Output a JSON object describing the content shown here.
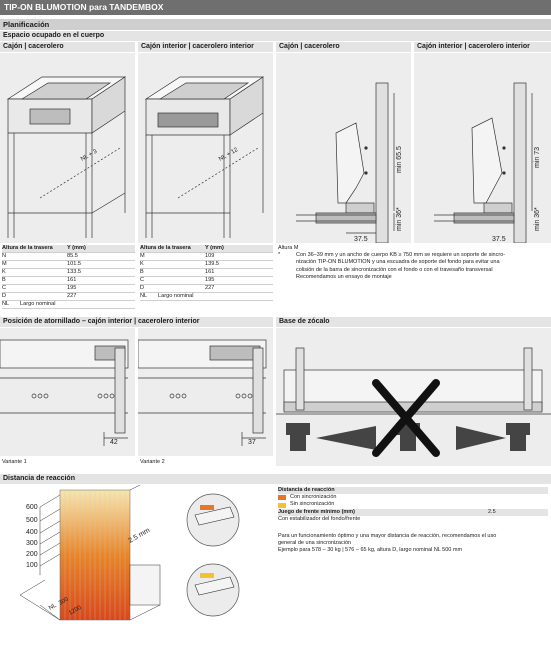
{
  "title": "TIP-ON BLUMOTION para TANDEMBOX",
  "planificacion": "Planificación",
  "espacio": "Espacio ocupado en el cuerpo",
  "cols": [
    "Cajón | cacerolero",
    "Cajón interior | cacerolero interior",
    "Cajón | cacerolero",
    "Cajón interior | cacerolero interior"
  ],
  "diag_labels": {
    "nl3": "NL + 3",
    "nl12": "NL + 12",
    "min655": "min 65.5",
    "min36a": "min 36*",
    "min73": "min 73",
    "min36b": "min 36*",
    "dim375a": "37.5",
    "dim375b": "37.5"
  },
  "table1": {
    "headers": [
      "Altura de la trasera",
      "Y (mm)"
    ],
    "rows": [
      [
        "N",
        "85.5"
      ],
      [
        "M",
        "101.5"
      ],
      [
        "K",
        "133.5"
      ],
      [
        "B",
        "161"
      ],
      [
        "C",
        "195"
      ],
      [
        "D",
        "227"
      ]
    ],
    "nl_key": "NL",
    "nl_text": "Largo nominal"
  },
  "table2": {
    "headers": [
      "Altura de la trasera",
      "Y (mm)"
    ],
    "rows": [
      [
        "M",
        "109"
      ],
      [
        "K",
        "139.5"
      ],
      [
        "B",
        "161"
      ],
      [
        "C",
        "195"
      ],
      [
        "D",
        "227"
      ]
    ],
    "nl_key": "NL",
    "nl_text": "Largo nominal"
  },
  "altura_m": "Altura M",
  "note_star": "*",
  "note_lines": [
    "Con 36–39 mm y un ancho de cuerpo KB ≥ 750 mm se requiere un soporte de sincro-",
    "nización TIP-ON BLUMOTION y una escuadra de soporte del fondo para evitar una",
    "colisión de la barra de sincronización con el fondo o con el travesaño transversal",
    "Recomendamos un ensayo de montaje"
  ],
  "posicion": "Posición de atornillado – cajón interior | cacerolero interior",
  "base": "Base de zócalo",
  "dim42": "42",
  "dim37": "37",
  "variante1": "Variante 1",
  "variante2": "Variante 2",
  "distancia": "Distancia de reacción",
  "y_ticks": [
    "600",
    "500",
    "400",
    "300",
    "200",
    "100"
  ],
  "dim_25": "2.5 mm",
  "nl_diag": [
    "NL",
    "300",
    "1200"
  ],
  "legend": {
    "title": "Distancia de reacción",
    "con": "Con sincronización",
    "sin": "Sin sincronización",
    "juego_label": "Juego de frente mínimo (mm)",
    "juego_value": "2.5",
    "estabilizador": "Con estabilizador del fondo/frente",
    "con_color": "#e8762a",
    "sin_color": "#f2c230"
  },
  "react_note": [
    "Para un funcionamiento óptimo y una mayor distancia de reacción, recomendamos el uso",
    "general de una sincronización",
    "Ejemplo para 578 – 30 kg | 576 – 65 kg, altura D, largo nominal NL 500 mm"
  ]
}
